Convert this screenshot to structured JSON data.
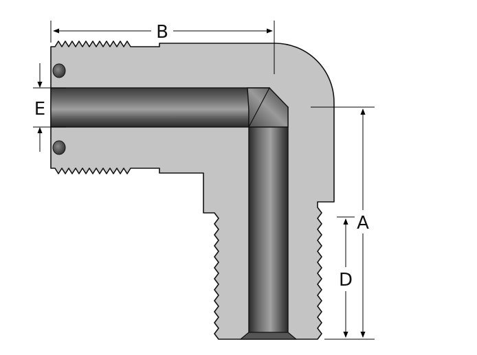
{
  "diagram": {
    "labels": {
      "a": "A",
      "b": "B",
      "d": "D",
      "e": "E"
    },
    "colors": {
      "body": "#c4c4c4",
      "outline": "#111111",
      "bore_dark": "#2d2d2d",
      "bore_light": "#9a9a9a",
      "dimension_line": "#000000"
    }
  }
}
